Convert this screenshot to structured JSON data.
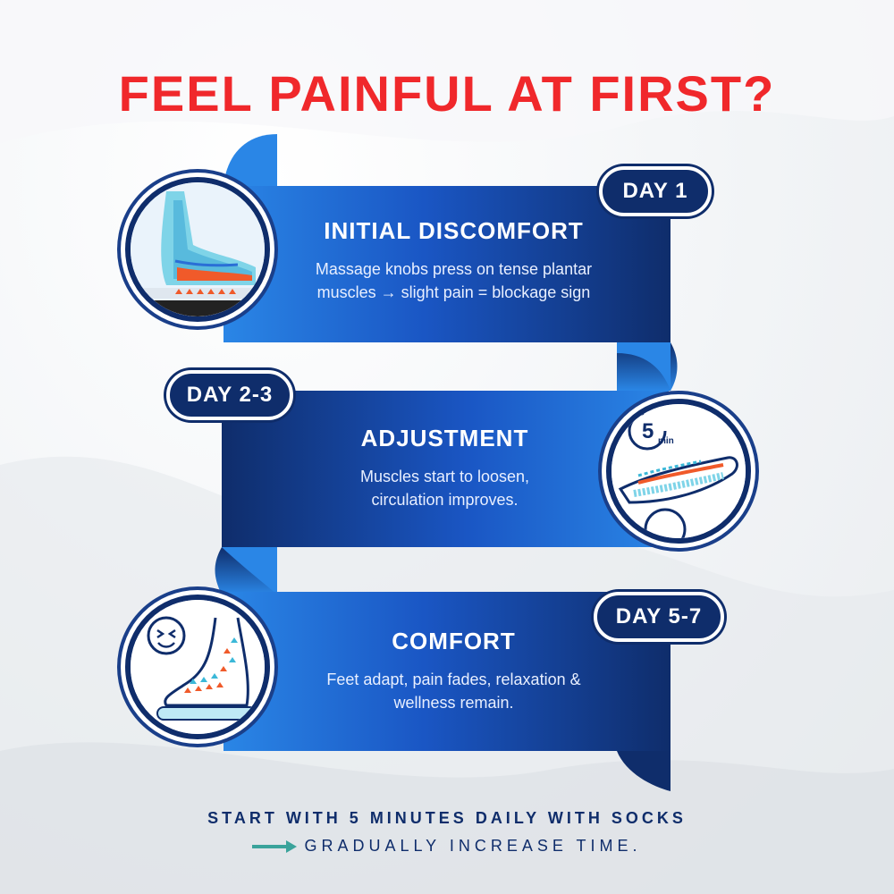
{
  "title": "FEEL PAINFUL AT FIRST?",
  "steps": [
    {
      "badge": "DAY 1",
      "heading": "INITIAL DISCOMFORT",
      "description_line1": "Massage knobs press on tense plantar",
      "description_line2": "muscles → slight pain = blockage sign",
      "icon": "foot-anatomy-icon"
    },
    {
      "badge": "DAY 2-3",
      "heading": "ADJUSTMENT",
      "description_line1": "Muscles start to loosen,",
      "description_line2": "circulation improves.",
      "icon": "timer-insole-icon",
      "timer_number": "5",
      "timer_unit": "min"
    },
    {
      "badge": "DAY 5-7",
      "heading": "COMFORT",
      "description_line1": "Feet adapt, pain fades, relaxation &",
      "description_line2": "wellness remain.",
      "icon": "happy-foot-icon"
    }
  ],
  "footer": {
    "line1": "START WITH 5 MINUTES DAILY WITH SOCKS",
    "line2": "GRADUALLY INCREASE TIME."
  },
  "colors": {
    "title": "#f0282b",
    "ribbon_dark": "#0f2d6b",
    "ribbon_mid": "#1a56c4",
    "ribbon_light": "#2a86e6",
    "accent_teal": "#3aa39b"
  }
}
